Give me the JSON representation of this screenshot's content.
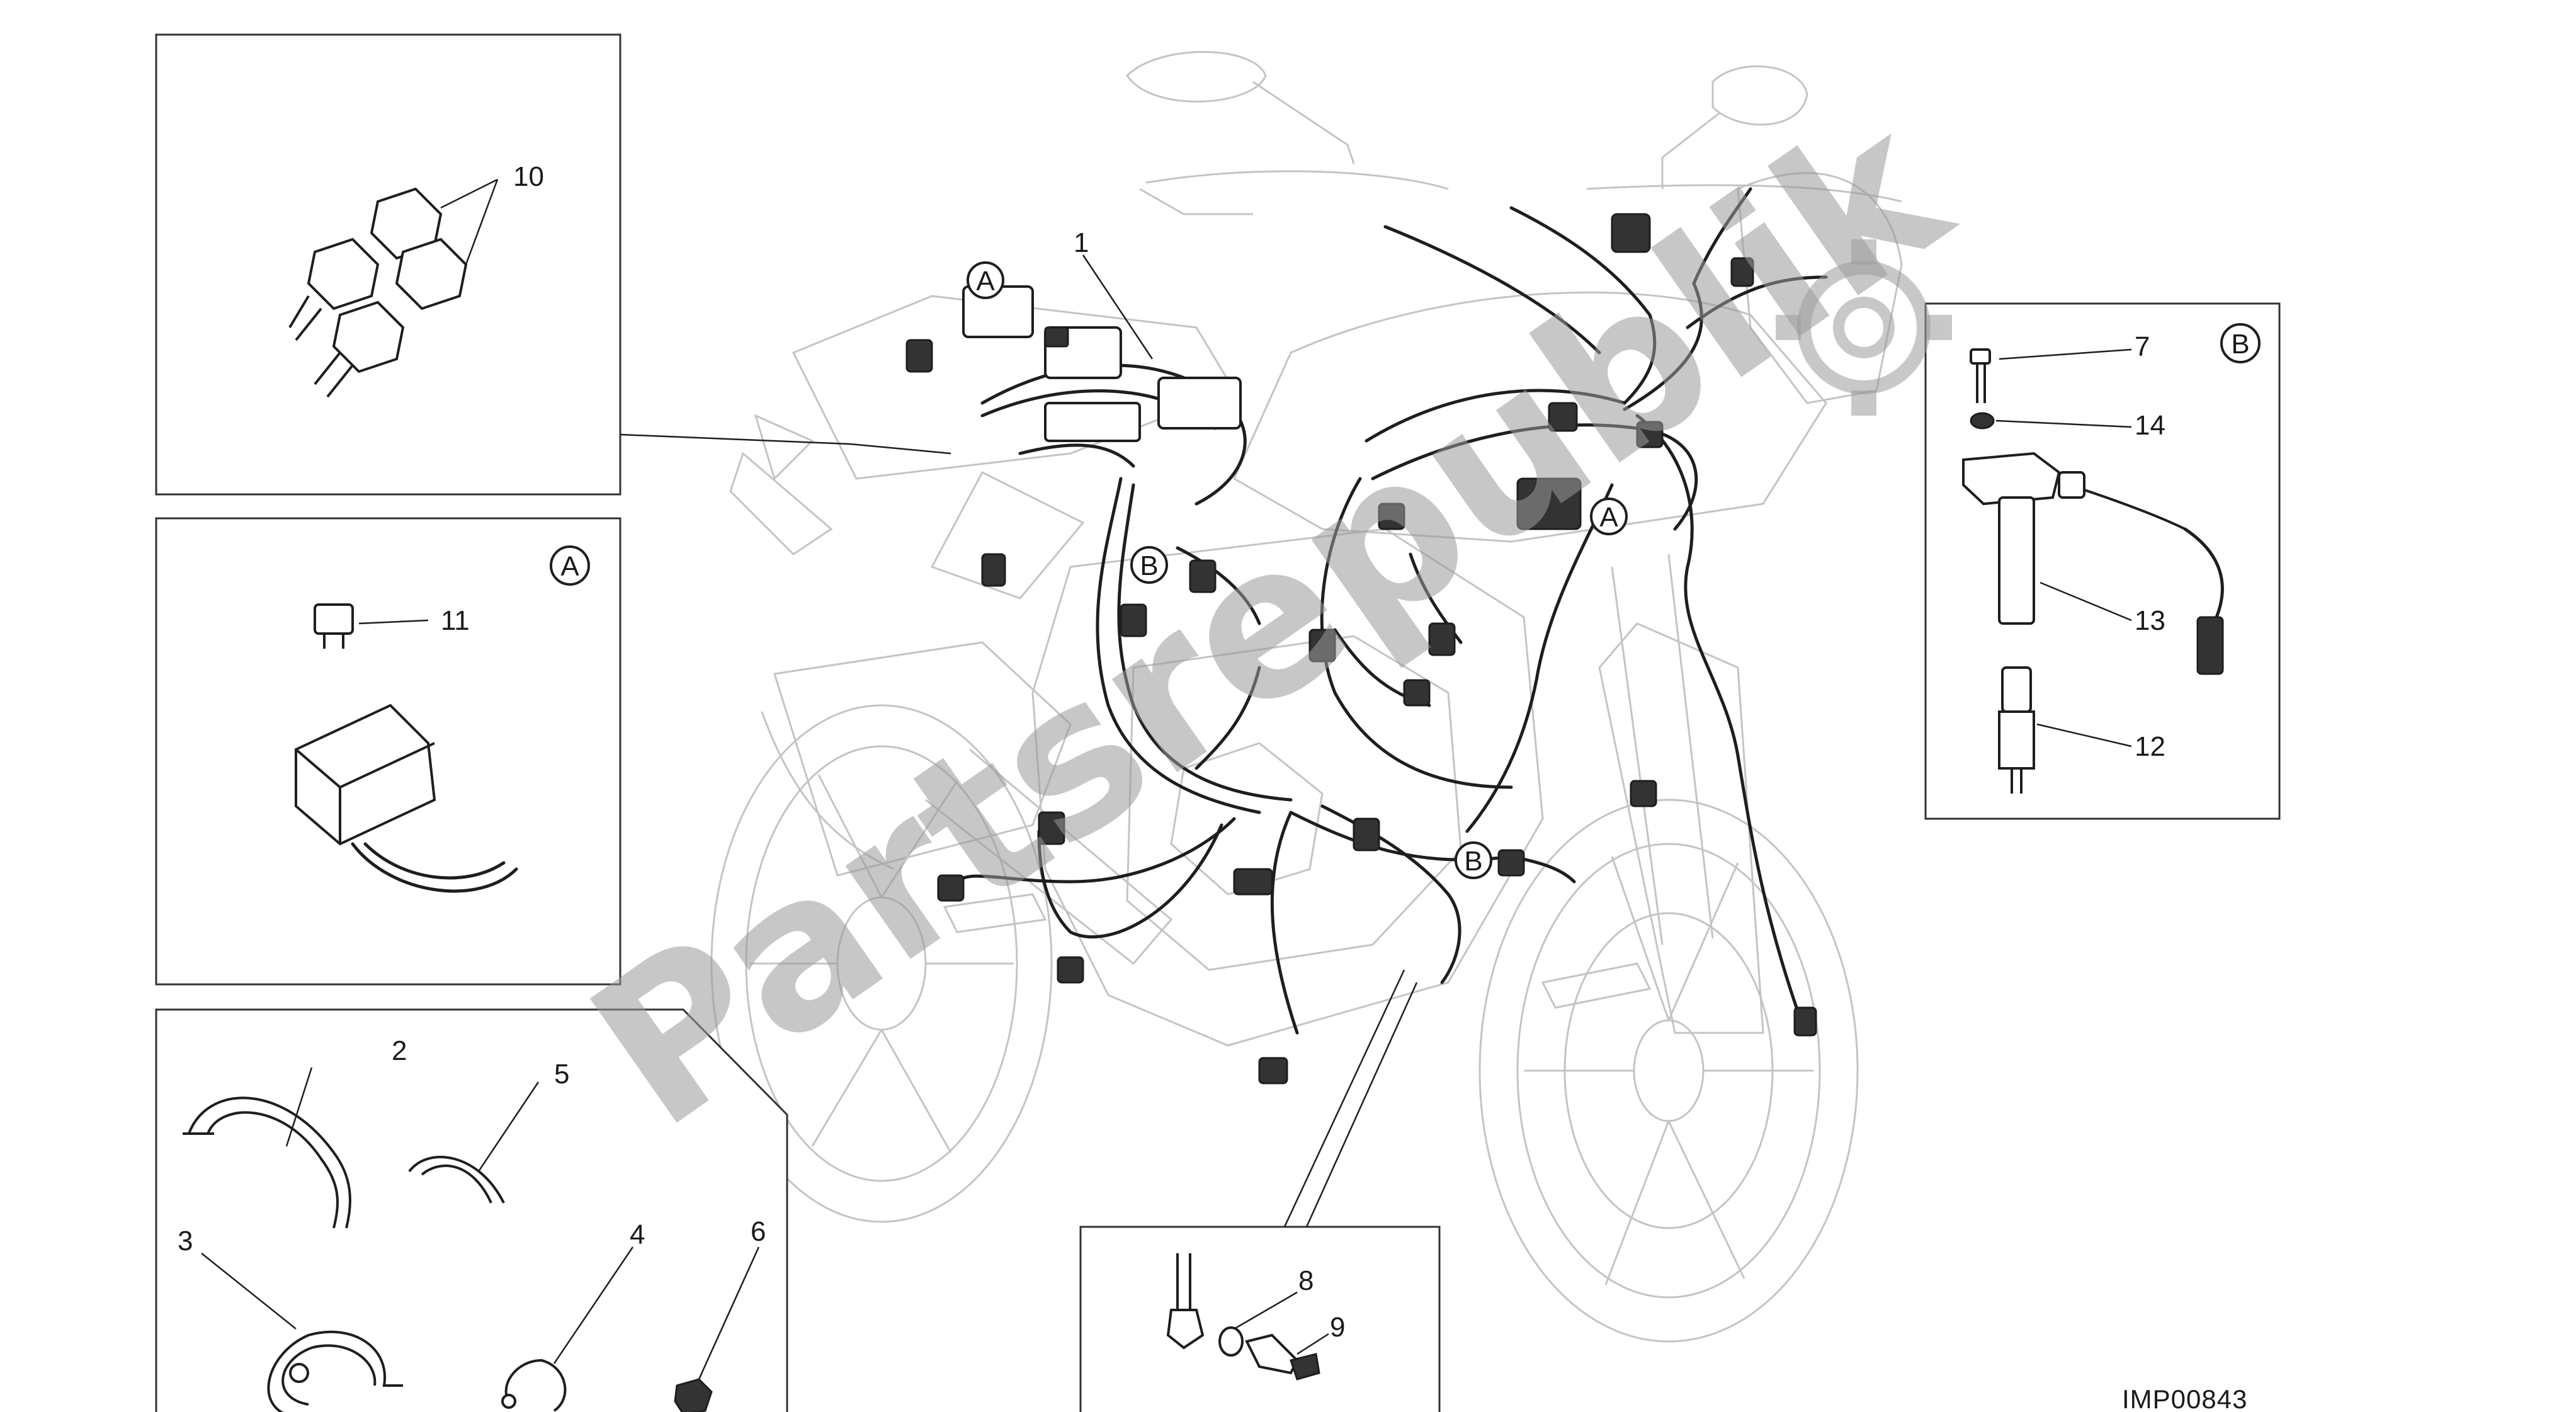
{
  "diagram": {
    "watermark": "Partsrepublik",
    "drawing_code": "IMP00843",
    "callouts": [
      "1",
      "2",
      "3",
      "4",
      "5",
      "6",
      "7",
      "8",
      "9",
      "10",
      "11",
      "12",
      "13",
      "14"
    ],
    "detail_markers": {
      "a": "A",
      "b": "B"
    }
  }
}
